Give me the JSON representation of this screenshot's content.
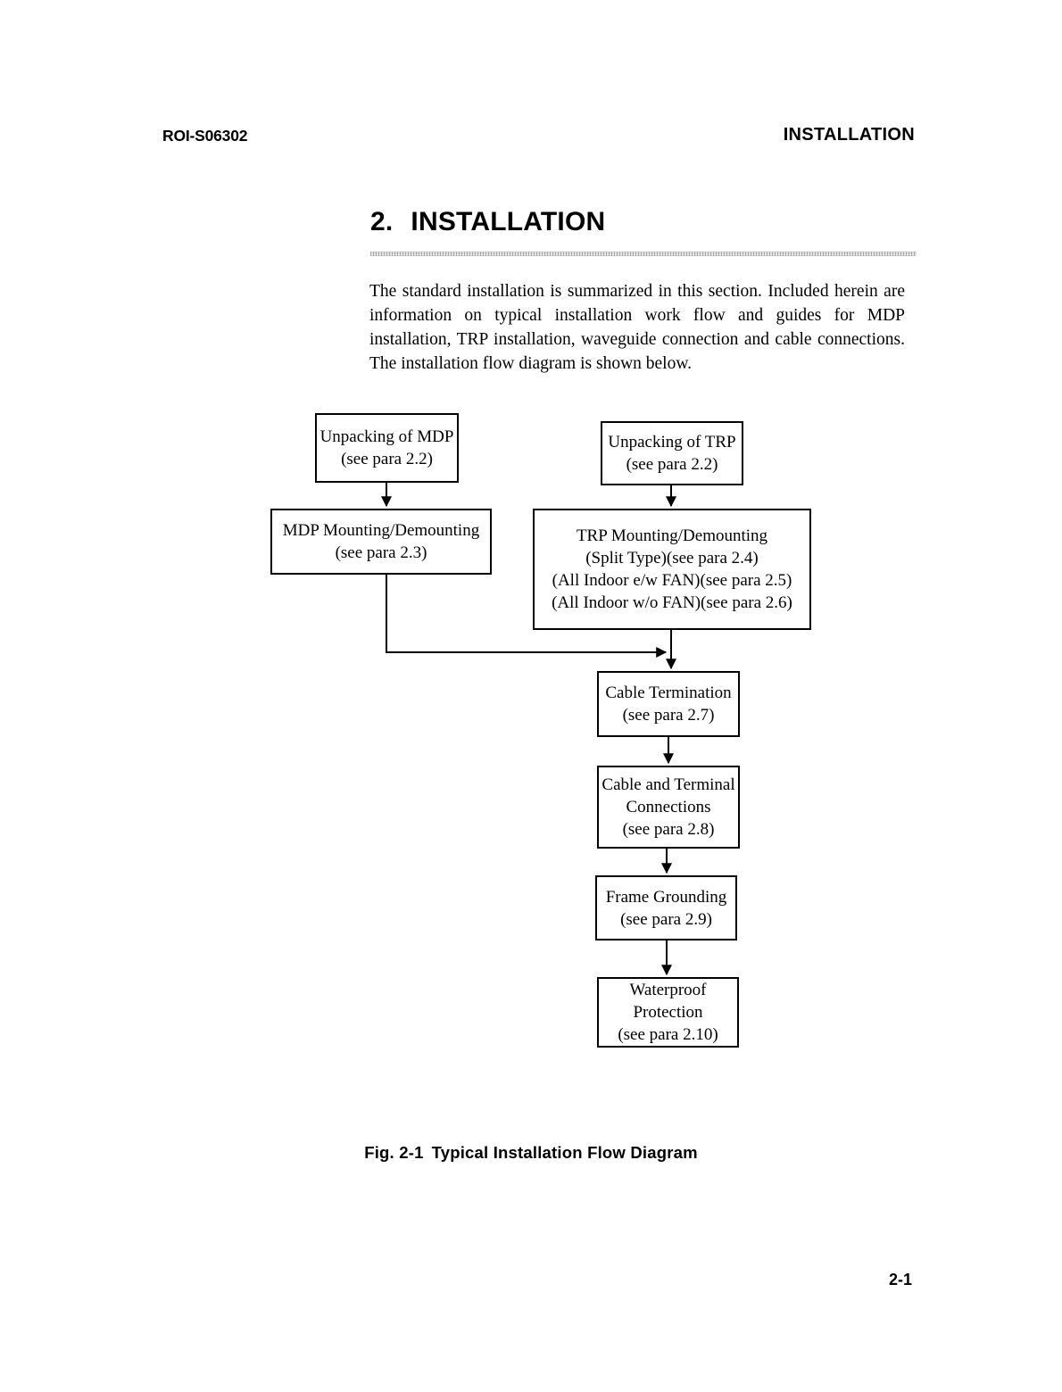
{
  "header": {
    "doc_number": "ROI-S06302",
    "section_name": "INSTALLATION"
  },
  "section": {
    "number": "2.",
    "title": "INSTALLATION",
    "paragraph": "The standard installation is summarized in this section. Included herein are information on typical installation work flow and guides for MDP installation, TRP installation, waveguide connection and cable connections. The installation flow diagram is shown below."
  },
  "figure": {
    "caption_number": "Fig. 2-1",
    "caption_text": "Typical Installation Flow Diagram",
    "nodes": {
      "unpack_mdp": {
        "line1": "Unpacking of MDP",
        "line2": "(see para 2.2)"
      },
      "unpack_trp": {
        "line1": "Unpacking of TRP",
        "line2": "(see para 2.2)"
      },
      "mount_mdp": {
        "line1": "MDP Mounting/Demounting",
        "line2": "(see para 2.3)"
      },
      "mount_trp": {
        "line1": "TRP Mounting/Demounting",
        "line2": "(Split Type)(see para 2.4)",
        "line3": "(All Indoor e/w FAN)(see para 2.5)",
        "line4": "(All Indoor w/o FAN)(see para 2.6)"
      },
      "cable_termination": {
        "line1": "Cable Termination",
        "line2": "(see para 2.7)"
      },
      "cable_connections": {
        "line1": "Cable and Terminal",
        "line2": "Connections",
        "line3": "(see para 2.8)"
      },
      "frame_grounding": {
        "line1": "Frame Grounding",
        "line2": "(see para 2.9)"
      },
      "waterproof": {
        "line1": "Waterproof",
        "line2": "Protection",
        "line3": "(see para 2.10)"
      }
    }
  },
  "footer": {
    "page_number": "2-1"
  },
  "colors": {
    "ink": "#000000",
    "paper": "#ffffff",
    "rule": "#9a9a9a"
  }
}
